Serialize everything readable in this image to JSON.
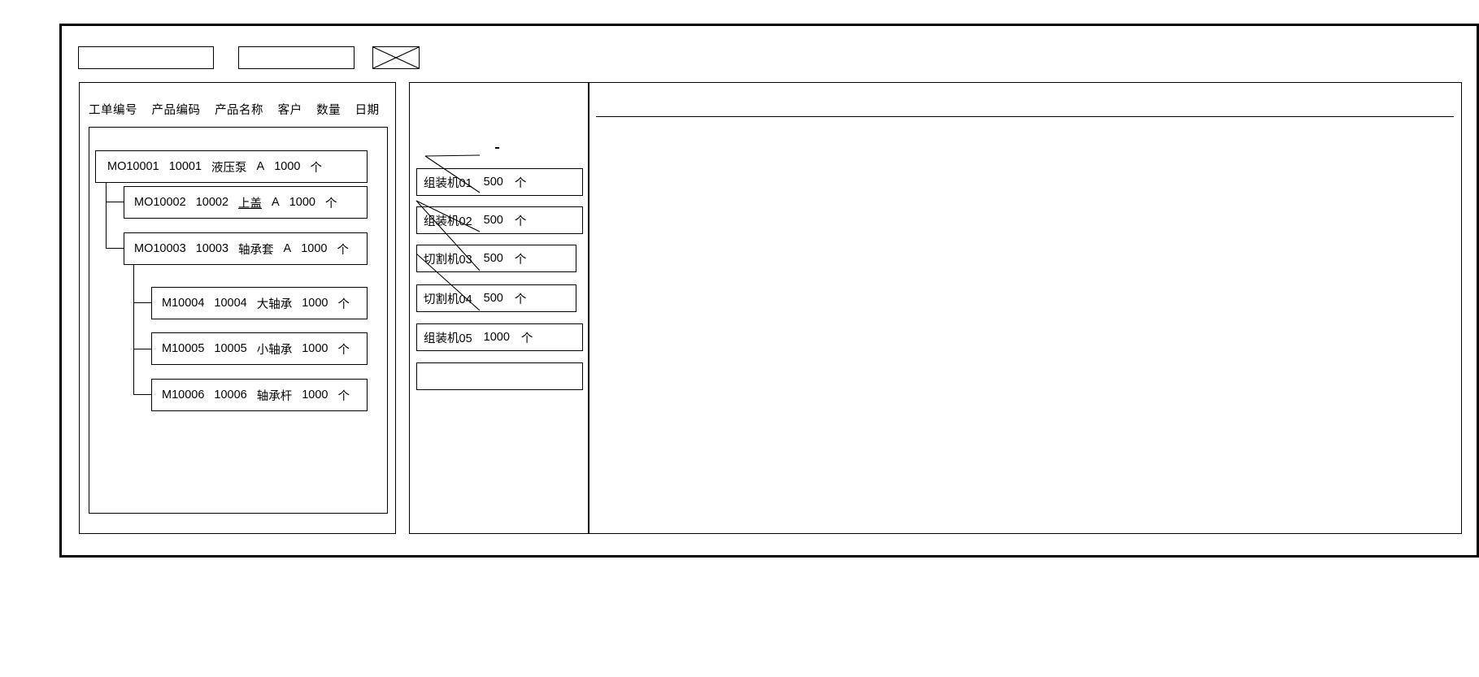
{
  "window": {
    "title": ""
  },
  "toolbar": {
    "items": [
      {
        "name": "toolbar-field-1",
        "label": "",
        "type": "empty-box"
      },
      {
        "name": "toolbar-field-2",
        "label": "",
        "type": "empty-box"
      },
      {
        "name": "toolbar-image-placeholder",
        "label": "",
        "type": "crossed-box"
      }
    ]
  },
  "left_panel": {
    "columns": [
      "工单编号",
      "产品编码",
      "产品名称",
      "客户",
      "数量",
      "日期"
    ],
    "rows": [
      {
        "level": 0,
        "order_no": "MO10001",
        "product_code": "10001",
        "product_name": "液压泵",
        "customer": "A",
        "quantity": "1000",
        "unit": "个",
        "underline_name": false
      },
      {
        "level": 1,
        "order_no": "MO10002",
        "product_code": "10002",
        "product_name": "上盖",
        "customer": "A",
        "quantity": "1000",
        "unit": "个",
        "underline_name": true
      },
      {
        "level": 1,
        "order_no": "MO10003",
        "product_code": "10003",
        "product_name": "轴承套",
        "customer": "A",
        "quantity": "1000",
        "unit": "个",
        "underline_name": false
      },
      {
        "level": 2,
        "order_no": "M10004",
        "product_code": "10004",
        "product_name": "大轴承",
        "customer": "",
        "quantity": "1000",
        "unit": "个",
        "underline_name": false
      },
      {
        "level": 2,
        "order_no": "M10005",
        "product_code": "10005",
        "product_name": "小轴承",
        "customer": "",
        "quantity": "1000",
        "unit": "个",
        "underline_name": false
      },
      {
        "level": 2,
        "order_no": "M10006",
        "product_code": "10006",
        "product_name": "轴承杆",
        "customer": "",
        "quantity": "1000",
        "unit": "个",
        "underline_name": false
      }
    ]
  },
  "middle_panel": {
    "items": [
      {
        "machine": "组装机01",
        "quantity": "500",
        "unit": "个"
      },
      {
        "machine": "组装机02",
        "quantity": "500",
        "unit": "个"
      },
      {
        "machine": "切割机03",
        "quantity": "500",
        "unit": "个"
      },
      {
        "machine": "切割机04",
        "quantity": "500",
        "unit": "个"
      },
      {
        "machine": "组装机05",
        "quantity": "1000",
        "unit": "个"
      },
      {
        "machine": "",
        "quantity": "",
        "unit": ""
      }
    ]
  },
  "right_panel": {
    "content": ""
  },
  "colors": {
    "line": "#000000",
    "background": "#ffffff"
  }
}
